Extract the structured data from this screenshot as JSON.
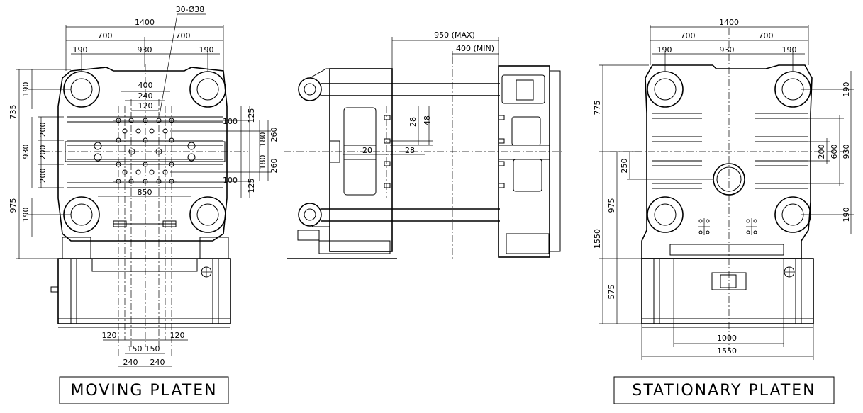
{
  "moving_platen": {
    "title": "MOVING PLATEN",
    "dims": {
      "overall_width": "1400",
      "half_left": "700",
      "half_right": "700",
      "edge_left": "190",
      "tie_bar_span": "930",
      "edge_right": "190",
      "hole_callout": "30-Ø38",
      "pattern_400": "400",
      "pattern_240": "240",
      "pattern_120": "120",
      "left_190_top": "190",
      "left_735": "735",
      "left_200_a": "200",
      "left_930": "930",
      "left_200_b": "200",
      "left_200_c": "200",
      "left_975": "975",
      "left_190_bottom": "190",
      "right_100_top": "100",
      "right_125_top": "125",
      "right_180_a": "180",
      "right_180_b": "180",
      "right_260_a": "260",
      "right_260_b": "260",
      "right_100_bottom": "100",
      "right_125_bottom": "125",
      "pattern_850": "850",
      "bottom_120_left": "120",
      "bottom_120_right": "120",
      "bottom_150_left": "150",
      "bottom_150_right": "150",
      "bottom_240_left": "240",
      "bottom_240_right": "240"
    }
  },
  "side_view": {
    "dims": {
      "stroke_max": "950 (MAX)",
      "stroke_min": "400 (MIN)",
      "dim_28_top": "28",
      "dim_48": "48",
      "dim_20": "20",
      "dim_28_bottom": "28"
    }
  },
  "stationary_platen": {
    "title": "STATIONARY PLATEN",
    "dims": {
      "overall_width": "1400",
      "half_left": "700",
      "half_right": "700",
      "edge_left": "190",
      "tie_bar_span": "930",
      "edge_right": "190",
      "left_775": "775",
      "left_250": "250",
      "left_975": "975",
      "left_1550": "1550",
      "left_575": "575",
      "right_190_top": "190",
      "right_200": "200",
      "right_600": "600",
      "right_930": "930",
      "right_190_bottom": "190",
      "bottom_1000": "1000",
      "bottom_1550": "1550"
    }
  }
}
